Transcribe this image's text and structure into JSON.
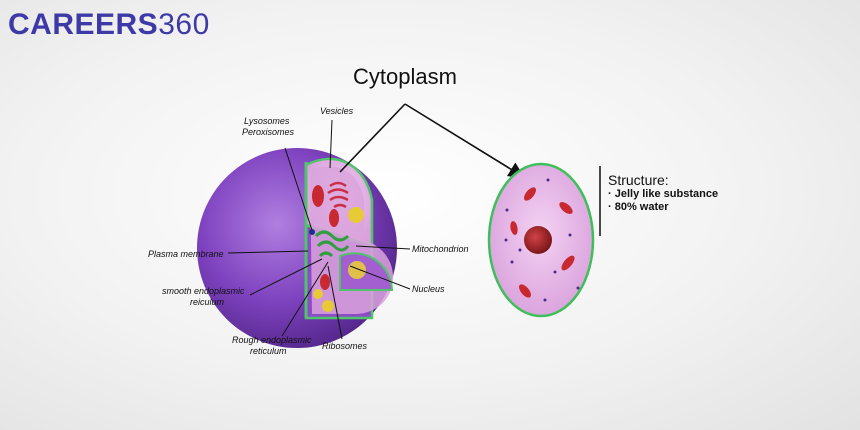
{
  "logo": {
    "brand": "CAREERS",
    "number": "360"
  },
  "title": "Cytoplasm",
  "labels": {
    "lysosomes": "Lysosomes",
    "peroxisomes": "Peroxisomes",
    "vesicles": "Vesicles",
    "plasma_membrane": "Plasma membrane",
    "mitochondrion": "Mitochondrion",
    "smooth_er_1": "smooth endoplasmic",
    "smooth_er_2": "reiculum",
    "nucleus": "Nucleus",
    "rough_er_1": "Rough endoplasmic",
    "rough_er_2": "reticulum",
    "ribosomes": "Ribosomes"
  },
  "structure": {
    "heading": "Structure:",
    "items": [
      "Jelly like substance",
      "80% water"
    ]
  },
  "colors": {
    "brand": "#3d3aa8",
    "cell_purple": "#7a3fb5",
    "cytoplasm_pink": "#e5b6e6",
    "membrane_green": "#4fc46a",
    "mitochondria_red": "#c8282f",
    "nucleus_red": "#a62427"
  }
}
